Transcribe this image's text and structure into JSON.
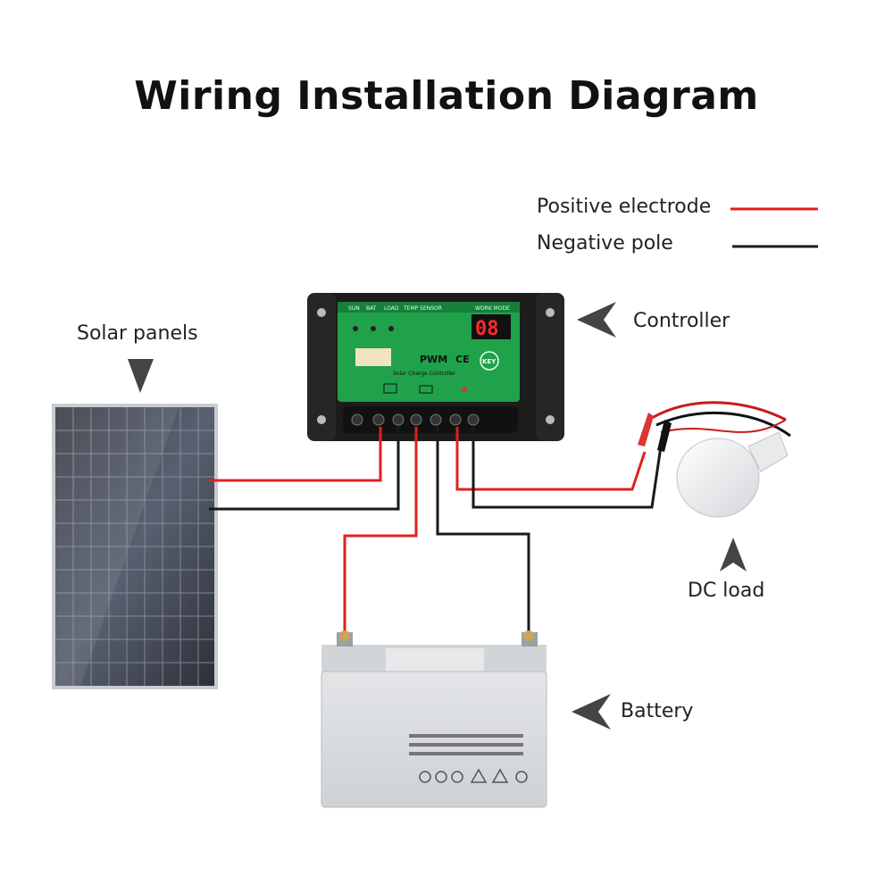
{
  "title": "Wiring Installation Diagram",
  "legend": {
    "positive": "Positive electrode",
    "negative": "Negative pole"
  },
  "labels": {
    "solar_panels": "Solar panels",
    "controller": "Controller",
    "dc_load": "DC load",
    "battery": "Battery"
  },
  "controller_face": {
    "header_sun": "SUN",
    "header_bat": "BAT",
    "header_load": "LOAD",
    "header_temp": "TEMP SENSOR",
    "header_mode": "WORK MODE",
    "display": "08",
    "brand": "PWM",
    "ce": "CE",
    "key": "KEY",
    "subtitle": "Solar Charge Controller"
  },
  "colors": {
    "positive": "#e02020",
    "negative": "#1a1a1a",
    "controller_panel": "#1fa24a",
    "battery_body": "#d8dadc"
  }
}
